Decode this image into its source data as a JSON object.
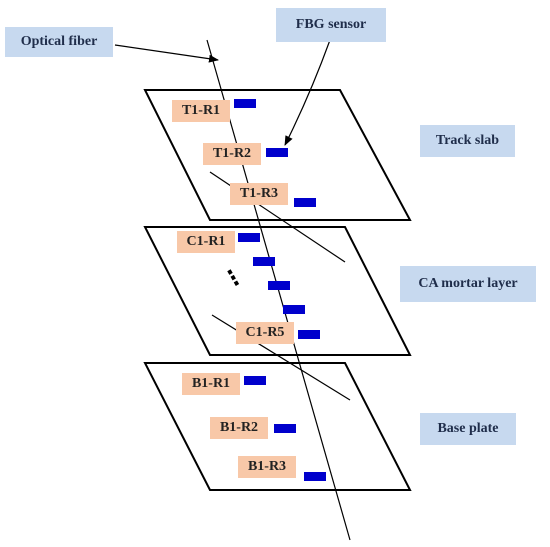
{
  "callouts": {
    "optical_fiber": "Optical fiber",
    "fbg_sensor": "FBG sensor"
  },
  "layers": {
    "track_slab": "Track slab",
    "ca_mortar": "CA mortar layer",
    "base_plate": "Base plate"
  },
  "sensors": {
    "t1_r1": "T1-R1",
    "t1_r2": "T1-R2",
    "t1_r3": "T1-R3",
    "c1_r1": "C1-R1",
    "c1_r5": "C1-R5",
    "b1_r1": "B1-R1",
    "b1_r2": "B1-R2",
    "b1_r3": "B1-R3"
  },
  "ellipsis": "⋮",
  "colors": {
    "callout_bg": "#c7d9ef",
    "tag_bg": "#f8c8a8",
    "sensor_mark": "#0000cc",
    "line": "#000000"
  }
}
